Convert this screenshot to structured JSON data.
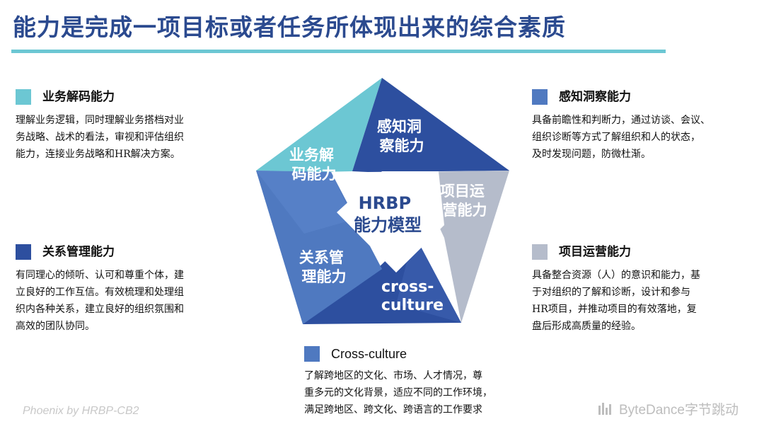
{
  "title": "能力是完成一项目标或者任务所体现出来的综合素质",
  "center_label": [
    "HRBP",
    "能力模型"
  ],
  "pentagon_labels": {
    "business": [
      "业务解",
      "码能力"
    ],
    "insight": [
      "感知洞",
      "察能力"
    ],
    "operation": [
      "项目运",
      "营能力"
    ],
    "relationship": [
      "关系管",
      "理能力"
    ],
    "cross": [
      "cross-",
      "culture"
    ]
  },
  "sections": {
    "business": {
      "title": "业务解码能力",
      "color": "#6cc7d3",
      "lines": [
        "理解业务逻辑，同时理解业务搭档对业",
        "务战略、战术的看法，审视和评估组织",
        "能力，连接业务战略和HR解决方案。"
      ]
    },
    "insight": {
      "title": "感知洞察能力",
      "color": "#4f79c0",
      "lines": [
        "具备前瞻性和判断力，通过访谈、会议、",
        "组织诊断等方式了解组织和人的状态，",
        "及时发现问题，防微杜渐。"
      ]
    },
    "relationship": {
      "title": "关系管理能力",
      "color": "#2d4f9f",
      "lines": [
        "有同理心的倾听、认可和尊重个体，建",
        "立良好的工作互信。有效梳理和处理组",
        "织内各种关系，建立良好的组织氛围和",
        "高效的团队协同。"
      ]
    },
    "operation": {
      "title": "项目运营能力",
      "color": "#b5bccb",
      "lines": [
        "具备整合资源（人）的意识和能力，基",
        "于对组织的了解和诊断，设计和参与",
        "HR项目，并推动项目的有效落地，复",
        "盘后形成高质量的经验。"
      ]
    },
    "cross": {
      "title": "Cross-culture",
      "color": "#4f79c0",
      "lines": [
        "了解跨地区的文化、市场、人才情况，尊",
        "重多元的文化背景，适应不同的工作环境，",
        "满足跨地区、跨文化、跨语言的工作要求"
      ]
    }
  },
  "footer": {
    "left": "Phoenix by HRBP-CB2",
    "right": "ByteDance字节跳动"
  }
}
